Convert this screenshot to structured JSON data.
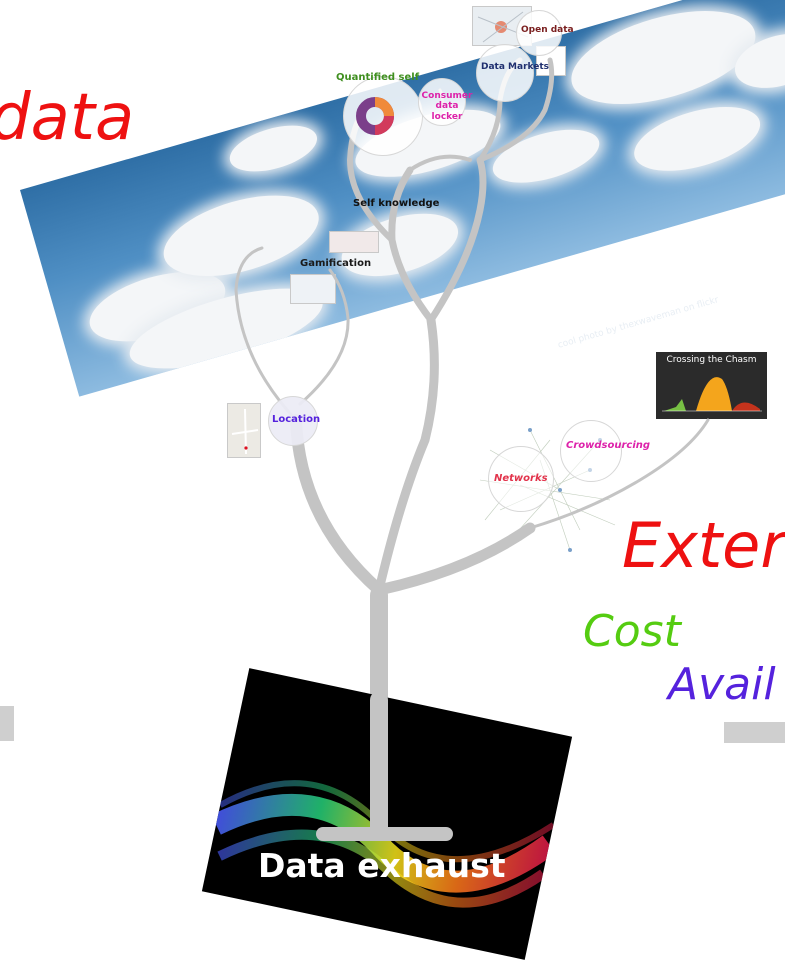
{
  "slide": {
    "words": {
      "data": "data",
      "external": "Exter",
      "cost": "Cost",
      "availability": "Avail"
    },
    "tree": {
      "trunk_label": "Data exhaust",
      "nodes": {
        "quantified_self": "Quantified self",
        "consumer_data_locker": "Consumer data\nlocker",
        "open_data": "Open data",
        "data_markets": "Data Markets",
        "self_knowledge": "Self knowledge",
        "gamification": "Gamification",
        "location": "Location",
        "networks": "Networks",
        "crowdsourcing": "Crowdsourcing"
      }
    },
    "photo_credit": "cool photo by thexwaveman on flickr",
    "chasm_title": "Crossing the Chasm",
    "colors": {
      "red": "#ee1111",
      "green": "#55cc11",
      "purple": "#5522dd",
      "branch": "#c4c4c4",
      "pink": "#dd22aa",
      "navy": "#1f2f6f"
    }
  }
}
